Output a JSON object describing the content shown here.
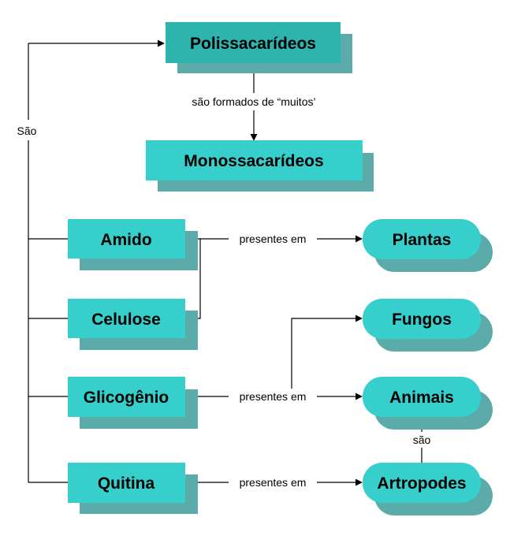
{
  "colors": {
    "primary": "#36cfcc",
    "top_primary": "#2fb3ad",
    "shadow": "#5aabaa",
    "line": "#000000",
    "background": "#ffffff"
  },
  "nodes": {
    "polissacarideos": "Polissacarídeos",
    "monossacarideos": "Monossacarídeos",
    "amido": "Amido",
    "celulose": "Celulose",
    "glicogenio": "Glicogênio",
    "quitina": "Quitina",
    "plantas": "Plantas",
    "fungos": "Fungos",
    "animais": "Animais",
    "artropodes": "Artropodes"
  },
  "edges": {
    "sao_left": "São",
    "formados": "são formados de “muitos’",
    "amido_presentes": "presentes em",
    "glicogenio_presentes": "presentes em",
    "quitina_presentes": "presentes em",
    "artropodes_sao": "são"
  }
}
